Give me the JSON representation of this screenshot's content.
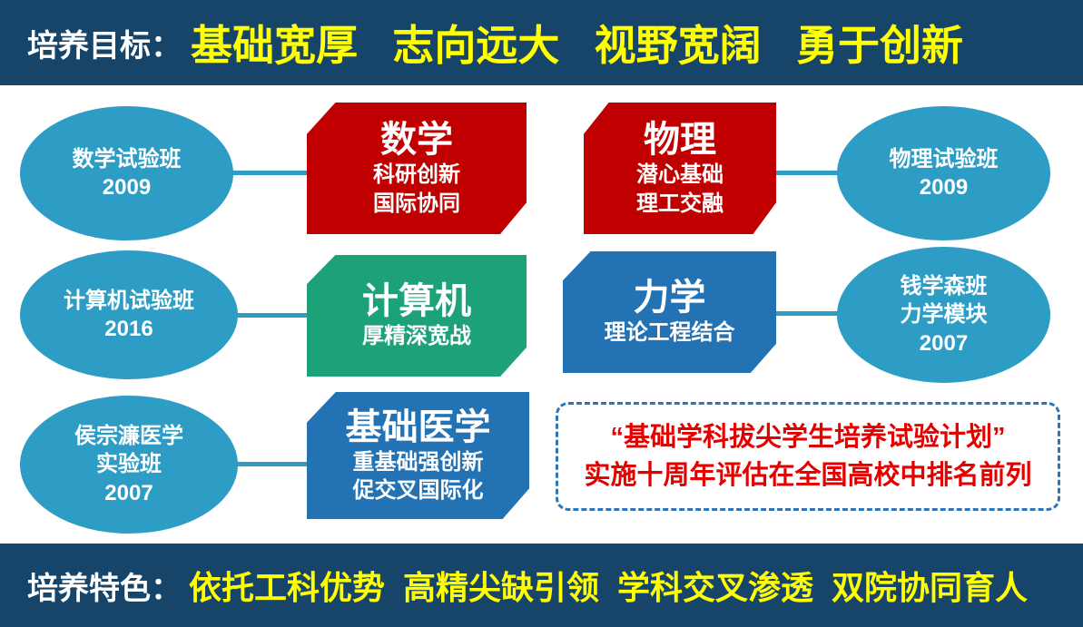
{
  "palette": {
    "banner_bg": "#164569",
    "yellow": "#FFFF00",
    "ellipse": "#2E9DC5",
    "line": "#2E9DC5",
    "red": "#C00000",
    "green": "#1CA178",
    "blue": "#2272B4",
    "dashed_border": "#2E75B6",
    "note_red": "#E50000"
  },
  "header": {
    "label": "培养目标：",
    "highlight": "基础宽厚   志向远大   视野宽阔   勇于创新"
  },
  "footer": {
    "label": "培养特色：",
    "highlight": "依托工科优势  高精尖缺引领  学科交叉渗透  双院协同育人"
  },
  "row1": {
    "left_ellipse": "数学试验班\n2009",
    "shape1": {
      "title": "数学",
      "desc": "科研创新\n国际协同"
    },
    "shape2": {
      "title": "物理",
      "desc": "潜心基础\n理工交融"
    },
    "right_ellipse": "物理试验班\n2009"
  },
  "row2": {
    "left_ellipse": "计算机试验班\n2016",
    "shape1": {
      "title": "计算机",
      "desc": "厚精深宽战"
    },
    "shape2": {
      "title": "力学",
      "desc": "理论工程结合"
    },
    "right_ellipse": "钱学森班\n力学模块\n2007"
  },
  "row3": {
    "left_ellipse": "侯宗濂医学\n实验班\n2007",
    "shape1": {
      "title": "基础医学",
      "desc": "重基础强创新\n促交叉国际化"
    },
    "note": "“基础学科拔尖学生培养试验计划”\n实施十周年评估在全国高校中排名前列"
  }
}
